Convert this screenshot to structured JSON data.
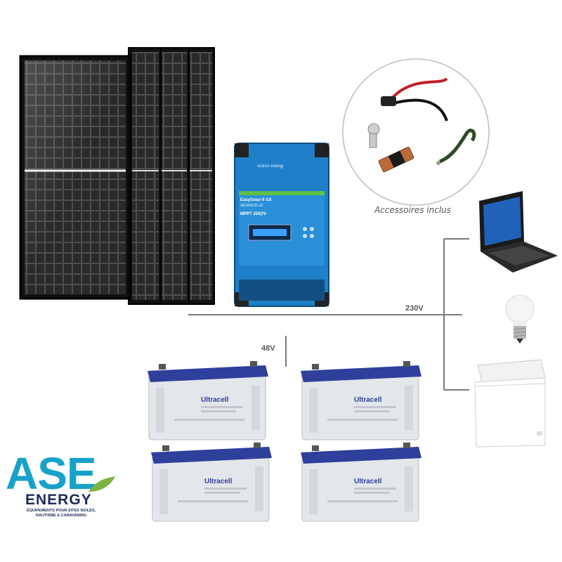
{
  "accessories": {
    "caption": "Accessoires inclus"
  },
  "wiring": {
    "ac_voltage": "230V",
    "dc_voltage": "48V"
  },
  "inverter": {
    "brand": "victron energy",
    "model": "EasySolar-II GX",
    "spec": "48/3000/35-32",
    "mppt": "MPPT 250|70"
  },
  "batteries": {
    "brand": "Ultracell",
    "count": 4
  },
  "solar_panels": {
    "count": 4
  },
  "loads": [
    "laptop",
    "light-bulb",
    "chest-freezer"
  ],
  "logo": {
    "name": "ASE",
    "subname": "ENERGY",
    "tagline_1": "ÉQUIPEMENTS POUR SITES ISOLÉS,",
    "tagline_2": "NAUTISME & CARAVANING"
  },
  "colors": {
    "brand_cyan": "#17a2c9",
    "brand_navy": "#1d2b5a",
    "leaf_green": "#7cb342",
    "victron_blue": "#2a8fd6"
  }
}
